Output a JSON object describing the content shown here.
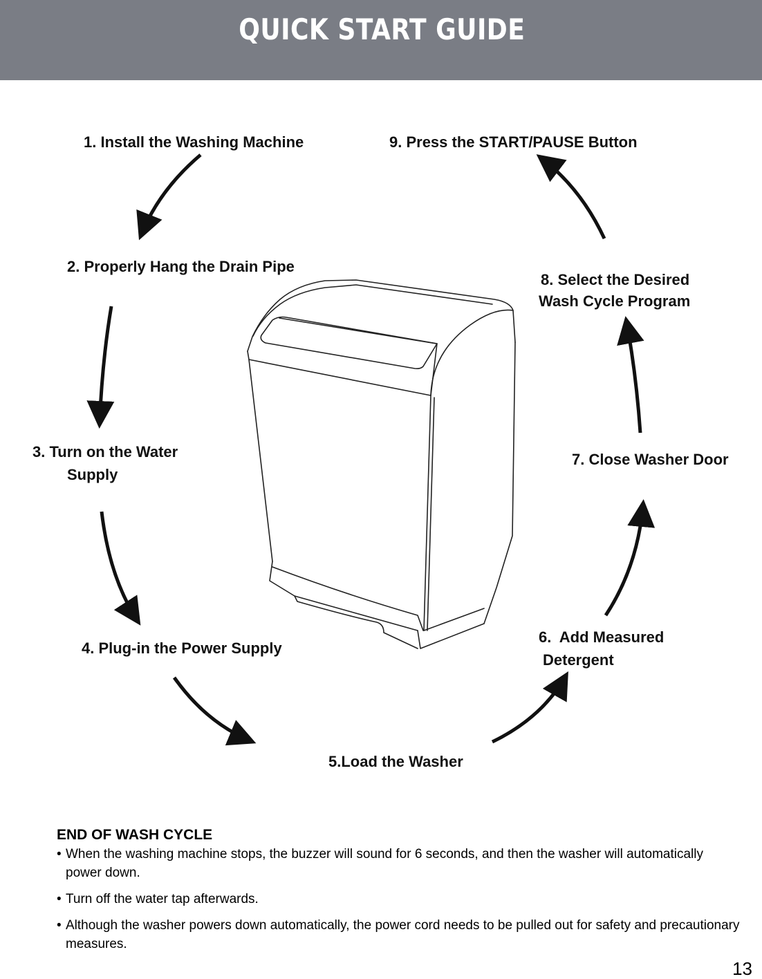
{
  "header": {
    "title": "QUICK START GUIDE",
    "background_color": "#7a7d85"
  },
  "steps": [
    {
      "lines": [
        "1. Install the Washing Machine"
      ]
    },
    {
      "lines": [
        "2. Properly Hang the Drain Pipe"
      ]
    },
    {
      "lines": [
        "3. Turn on the Water",
        "Supply"
      ]
    },
    {
      "lines": [
        "4. Plug-in the Power Supply"
      ]
    },
    {
      "lines": [
        "5.Load the Washer"
      ]
    },
    {
      "lines": [
        "6.  Add Measured",
        "Detergent"
      ]
    },
    {
      "lines": [
        "7. Close Washer Door"
      ]
    },
    {
      "lines": [
        "8. Select the Desired",
        "Wash Cycle Program"
      ]
    },
    {
      "lines": [
        "9. Press the START/PAUSE Button"
      ]
    }
  ],
  "illustration": {
    "icon": "top-load-washing-machine-icon"
  },
  "end_of_cycle": {
    "title": "END OF WASH CYCLE",
    "bullets": [
      {
        "mark": "•",
        "text": "When the washing machine stops, the buzzer will sound for 6 seconds, and then the washer will automatically power down."
      },
      {
        "mark": "•",
        "text": "Turn off the water tap afterwards."
      },
      {
        "mark": "•",
        "text": "Although the washer powers down automatically, the power cord needs to be pulled out for safety and precautionary measures."
      }
    ]
  },
  "page_number": "13"
}
